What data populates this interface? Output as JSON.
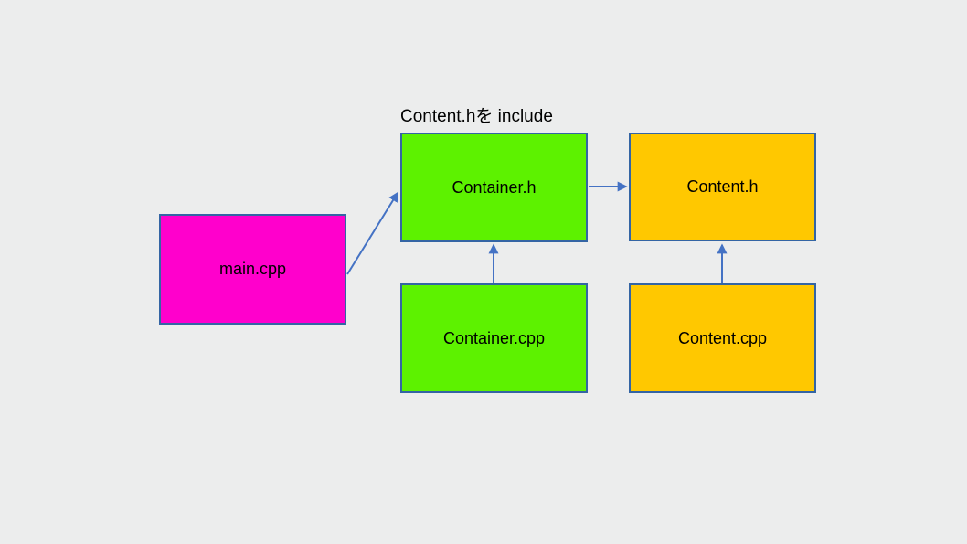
{
  "annotation": "Content.hを include",
  "colors": {
    "background": "#ECEDED",
    "node_border": "#3465A4",
    "arrow": "#4472C4",
    "magenta": "#FF00CC",
    "green": "#5DF200",
    "gold": "#FFC800",
    "text": "#000000"
  },
  "nodes": [
    {
      "id": "main-cpp",
      "label": "main.cpp",
      "color": "#FF00CC"
    },
    {
      "id": "container-h",
      "label": "Container.h",
      "color": "#5DF200"
    },
    {
      "id": "content-h",
      "label": "Content.h",
      "color": "#FFC800"
    },
    {
      "id": "container-cpp",
      "label": "Container.cpp",
      "color": "#5DF200"
    },
    {
      "id": "content-cpp",
      "label": "Content.cpp",
      "color": "#FFC800"
    }
  ],
  "edges": [
    {
      "from": "main-cpp",
      "to": "container-h"
    },
    {
      "from": "container-h",
      "to": "content-h"
    },
    {
      "from": "container-cpp",
      "to": "container-h"
    },
    {
      "from": "content-cpp",
      "to": "content-h"
    }
  ]
}
